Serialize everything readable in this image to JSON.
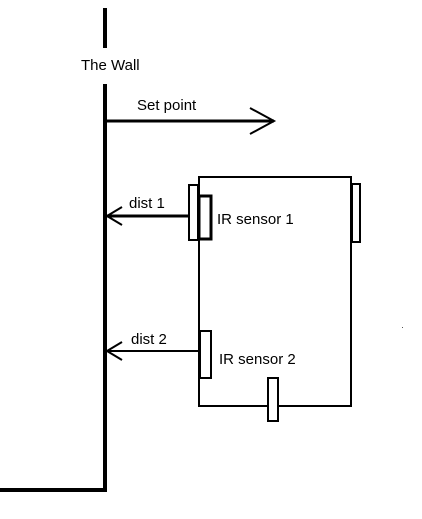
{
  "diagram": {
    "wall_label": "The Wall",
    "setpoint_label": "Set point",
    "dist1_label": "dist 1",
    "dist2_label": "dist 2",
    "sensor1_label": "IR sensor 1",
    "sensor2_label": "IR sensor 2",
    "stroke_color": "#000000",
    "background_color": "#ffffff"
  }
}
